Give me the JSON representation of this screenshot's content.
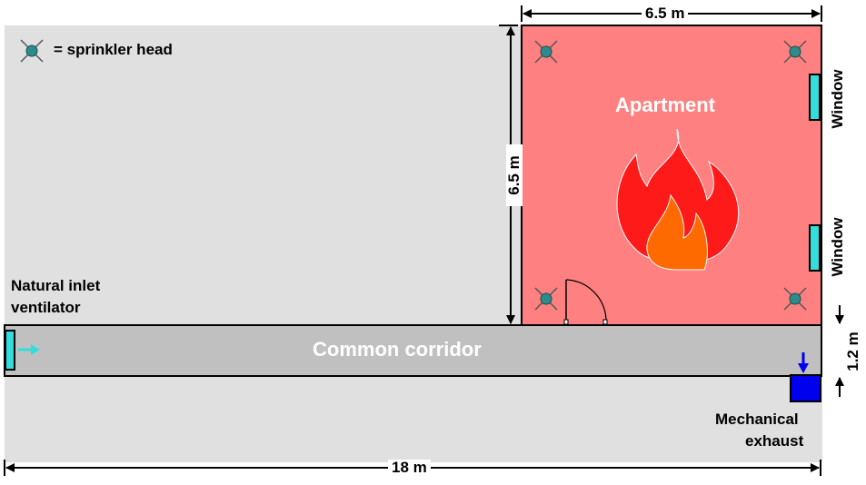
{
  "legend": {
    "sprinkler_label": "= sprinkler head",
    "icon": "sprinkler-head-icon"
  },
  "apartment": {
    "title": "Apartment",
    "window_top": "Window",
    "window_bottom": "Window"
  },
  "corridor": {
    "title": "Common corridor"
  },
  "inlet": {
    "line1": "Natural inlet",
    "line2": "ventilator"
  },
  "exhaust": {
    "line1": "Mechanical",
    "line2": "exhaust"
  },
  "dimensions": {
    "apartment_width": "6.5 m",
    "apartment_depth": "6.5 m",
    "corridor_width": "1.2 m",
    "total_length": "18 m"
  },
  "colors": {
    "background": "#e0e0e0",
    "apartment": "#ff8080",
    "corridor": "#c0c0c0",
    "sprinkler": "#2e8b8b",
    "window": "#33dddd",
    "exhaust": "#0000ee",
    "flame_outer": "#ff1a1a",
    "flame_inner": "#ff6a00",
    "inlet_arrow": "#33dddd"
  }
}
